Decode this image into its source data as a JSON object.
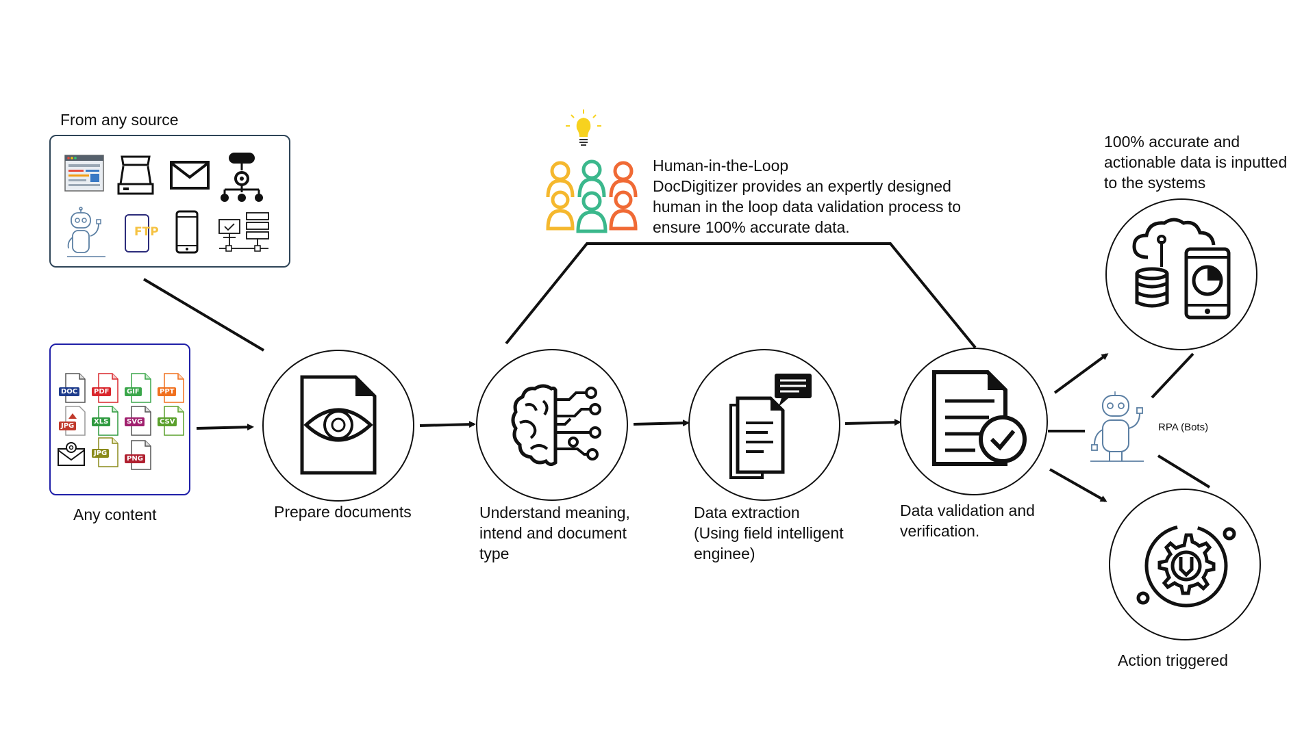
{
  "labels": {
    "from_any_source": "From any source",
    "any_content": "Any content",
    "prepare_documents": "Prepare documents",
    "understand_line1": "Understand meaning,",
    "understand_line2": "intend and document",
    "understand_line3": "type",
    "extraction_line1": "Data extraction",
    "extraction_line2": "(Using field intelligent",
    "extraction_line3": "enginee)",
    "validation_line1": "Data validation and",
    "validation_line2": "verification.",
    "hitl_title": "Human-in-the-Loop",
    "hitl_line1": "DocDigitizer provides an expertly designed",
    "hitl_line2": "human in the loop data validation process to",
    "hitl_line3": "ensure 100% accurate data.",
    "accurate_line1": "100% accurate and",
    "accurate_line2": "actionable data is inputted",
    "accurate_line3": "to the systems",
    "rpa": "RPA (Bots)",
    "action_triggered": "Action triggered",
    "ftp": "FTP"
  },
  "file_types": [
    "DOC",
    "PDF",
    "GIF",
    "PPT",
    "JPG",
    "XLS",
    "SVG",
    "CSV",
    "JPG",
    "PNG"
  ],
  "colors": {
    "source_box_border": "#2e4457",
    "content_box_border": "#1f1fa8",
    "file_doc": "#1e3c8c",
    "file_pdf": "#d9262c",
    "file_gif": "#3aa64a",
    "file_ppt": "#f0701f",
    "file_jpg": "#c0392b",
    "file_xls": "#2e9a3f",
    "file_svg": "#a0206e",
    "file_csv": "#5aa02c",
    "file_jpg2": "#8a8a1a",
    "file_png": "#b02030",
    "people_yellow": "#f5b82e",
    "people_green": "#3bb88c",
    "people_orange": "#f06a35",
    "bulb": "#f7d21f",
    "ftp": "#f5c242",
    "robot_line": "#5b7fa3"
  },
  "icons": [
    "web-page-icon",
    "scanner-icon",
    "mail-icon",
    "workflow-icon",
    "robot-icon",
    "ftp-phone-icon",
    "smartphone-icon",
    "network-server-icon",
    "email-at-icon",
    "document-eye-icon",
    "brain-circuit-icon",
    "document-extraction-icon",
    "document-check-icon",
    "cloud-database-icon",
    "gear-wrench-icon",
    "lightbulb-icon",
    "people-group-icon"
  ]
}
